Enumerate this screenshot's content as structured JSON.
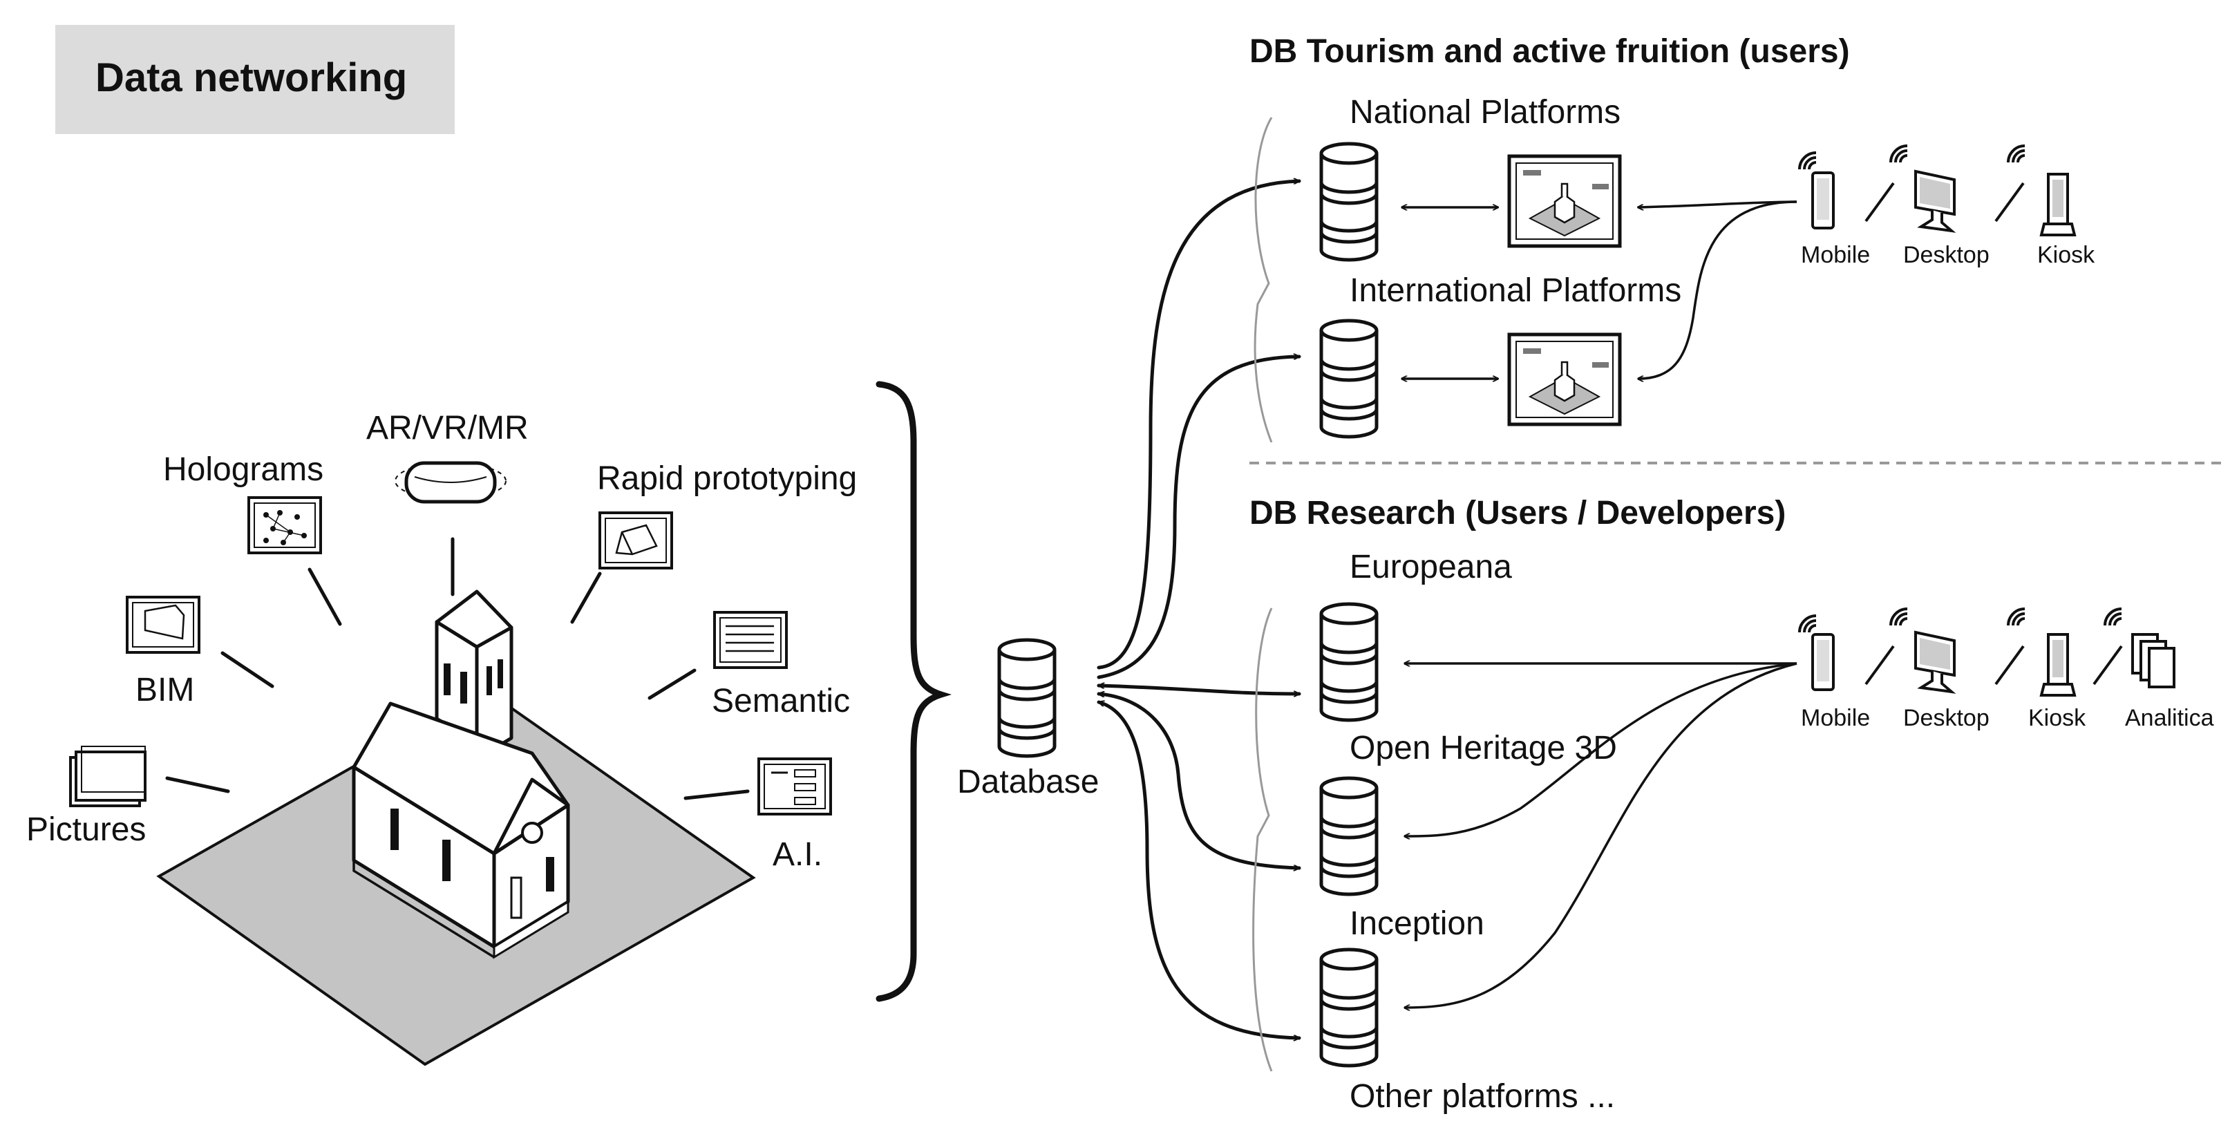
{
  "title": "Data networking",
  "sources": {
    "pictures": "Pictures",
    "bim": "BIM",
    "holograms": "Holograms",
    "ar_vr_mr": "AR/VR/MR",
    "rapid_prototyping": "Rapid prototyping",
    "semantic": "Semantic",
    "ai": "A.I."
  },
  "center": {
    "database": "Database"
  },
  "tourism": {
    "heading": "DB Tourism and active fruition (users)",
    "platforms": [
      "National Platforms",
      "International Platforms"
    ],
    "devices": [
      "Mobile",
      "Desktop",
      "Kiosk"
    ]
  },
  "research": {
    "heading": "DB Research (Users / Developers)",
    "platforms": [
      "Europeana",
      "Open Heritage 3D",
      "Inception",
      "Other platforms ..."
    ],
    "devices": [
      "Mobile",
      "Desktop",
      "Kiosk",
      "Analitica"
    ]
  },
  "icons": [
    "church-icon",
    "picture-icon",
    "bim-icon",
    "hologram-icon",
    "headset-icon",
    "prototype-icon",
    "semantic-icon",
    "ai-icon",
    "database-icon",
    "web-platform-icon",
    "mobile-icon",
    "desktop-icon",
    "kiosk-icon",
    "analytics-icon",
    "wifi-icon"
  ],
  "colors": {
    "title_box": "#dcdcdc",
    "ground": "#c4c4c4",
    "line": "#111111"
  }
}
